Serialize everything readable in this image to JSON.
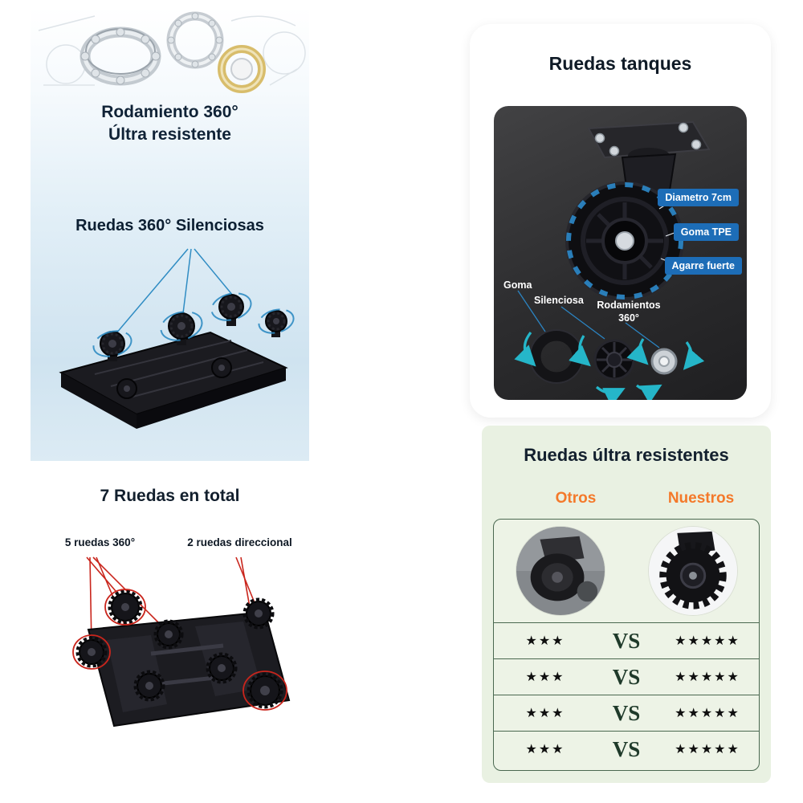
{
  "left_top": {
    "title_line1": "Rodamiento 360°",
    "title_line2": "Últra resistente",
    "subtitle": "Ruedas 360° Silenciosas"
  },
  "left_bottom": {
    "title": "7 Ruedas en total",
    "label_swivel": "5 ruedas 360°",
    "label_directional": "2 ruedas direccional"
  },
  "right_top": {
    "title": "Ruedas tanques",
    "callout_diameter": "Diametro 7cm",
    "callout_rubber": "Goma TPE",
    "callout_grip": "Agarre fuerte",
    "callout_goma": "Goma",
    "callout_silenciosa": "Silenciosa",
    "callout_bearings_line1": "Rodamientos",
    "callout_bearings_line2": "360°"
  },
  "right_bottom": {
    "title": "Ruedas últra resistentes",
    "col_others": "Otros",
    "col_ours": "Nuestros",
    "comparison_rows": [
      {
        "others_stars": "★★★",
        "vs": "VS",
        "ours_stars": "★★★★★"
      },
      {
        "others_stars": "★★★",
        "vs": "VS",
        "ours_stars": "★★★★★"
      },
      {
        "others_stars": "★★★",
        "vs": "VS",
        "ours_stars": "★★★★★"
      },
      {
        "others_stars": "★★★",
        "vs": "VS",
        "ours_stars": "★★★★★"
      }
    ]
  },
  "colors": {
    "annotation_blue": "#2f8cc3",
    "callout_blue": "#1d6db7",
    "teal_arrow": "#25b6c9",
    "annotation_red": "#c9251c",
    "orange": "#f4792a",
    "panel_green": "#e9f1e2",
    "dark_panel": "#2c2c2e",
    "vs_green": "#1f3a2a"
  }
}
